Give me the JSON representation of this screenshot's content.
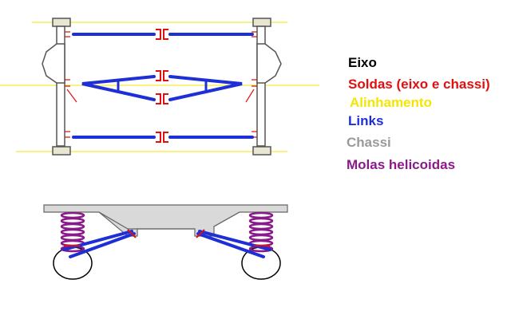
{
  "colors": {
    "axle": "#000000",
    "welds": "#e01010",
    "alignment": "#f4e600",
    "links": "#1f2fd6",
    "chassis": "#9a9a9a",
    "springs": "#8a1a8a"
  },
  "legend": [
    {
      "key": "axle",
      "label": "Eixo",
      "color": "#000000"
    },
    {
      "key": "welds",
      "label": "Soldas (eixo e chassi)",
      "color": "#e01010"
    },
    {
      "key": "alignment",
      "label": "Alinhamento",
      "color": "#f4e600"
    },
    {
      "key": "links",
      "label": "Links",
      "color": "#1f2fd6"
    },
    {
      "key": "chassis",
      "label": "Chassi",
      "color": "#9a9a9a"
    },
    {
      "key": "springs",
      "label": "Molas helicoidas",
      "color": "#8a1a8a"
    }
  ]
}
